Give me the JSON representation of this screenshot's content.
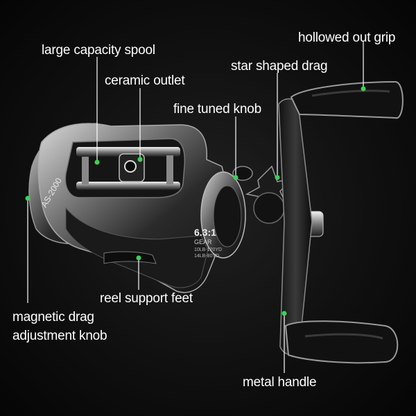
{
  "image": {
    "subject": "baitcasting fishing reel with callouts",
    "accent_color": "#39d353"
  },
  "labels": {
    "large_capacity_spool": "large capacity spool",
    "ceramic_outlet": "ceramic outlet",
    "fine_tuned_knob": "fine tuned knob",
    "star_shaped_drag": "star shaped drag",
    "hollowed_out_grip": "hollowed out grip",
    "reel_support_feet": "reel support feet",
    "magnetic_drag_line1": "magnetic drag",
    "magnetic_drag_line2": "adjustment knob",
    "metal_handle": "metal handle"
  },
  "reel_markings": {
    "model": "AS-2000",
    "gear_ratio": "6.3:1",
    "gear_word": "GEAR",
    "line_spec_1": "10LB-120YD",
    "line_spec_2": "14LB-80YD"
  }
}
